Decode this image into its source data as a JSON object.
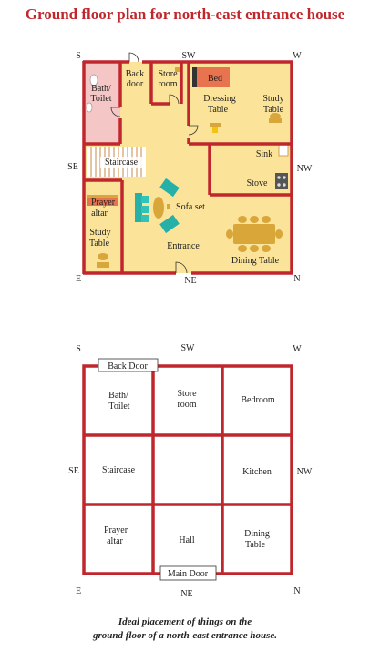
{
  "title": "Ground floor plan for north-east entrance house",
  "colors": {
    "wall": "#c0272d",
    "floor": "#fbe49a",
    "bath_floor": "#f4c6c6",
    "stair_bg": "#ffffff",
    "stair_line": "#c78a4a",
    "furniture": "#d9a63a",
    "sofa": "#27b0a8",
    "bed": "#e8734f",
    "text": "#222222"
  },
  "directions": {
    "s": "S",
    "sw": "SW",
    "w": "W",
    "se": "SE",
    "nw": "NW",
    "e": "E",
    "ne": "NE",
    "n": "N"
  },
  "plan": {
    "bath_toilet_line1": "Bath/",
    "bath_toilet_line2": "Toilet",
    "back_door_line1": "Back",
    "back_door_line2": "door",
    "store_room_line1": "Store",
    "store_room_line2": "room",
    "bed": "Bed",
    "dressing_table_line1": "Dressing",
    "dressing_table_line2": "Table",
    "study_table_line1": "Study",
    "study_table_line2": "Table",
    "staircase": "Staircase",
    "sink": "Sink",
    "stove": "Stove",
    "prayer_altar_line1": "Prayer",
    "prayer_altar_line2": "altar",
    "sofa_set": "Sofa set",
    "study_table2_line1": "Study",
    "study_table2_line2": "Table",
    "entrance": "Entrance",
    "dining_table": "Dining Table"
  },
  "grid": {
    "back_door": "Back Door",
    "main_door": "Main Door",
    "cells": {
      "bath_toilet_line1": "Bath/",
      "bath_toilet_line2": "Toilet",
      "store_room_line1": "Store",
      "store_room_line2": "room",
      "bedroom": "Bedroom",
      "staircase": "Staircase",
      "kitchen": "Kitchen",
      "prayer_altar_line1": "Prayer",
      "prayer_altar_line2": "altar",
      "hall": "Hall",
      "dining_table_line1": "Dining",
      "dining_table_line2": "Table"
    }
  },
  "caption_line1": "Ideal placement of things on the",
  "caption_line2": "ground floor of a north-east entrance house."
}
